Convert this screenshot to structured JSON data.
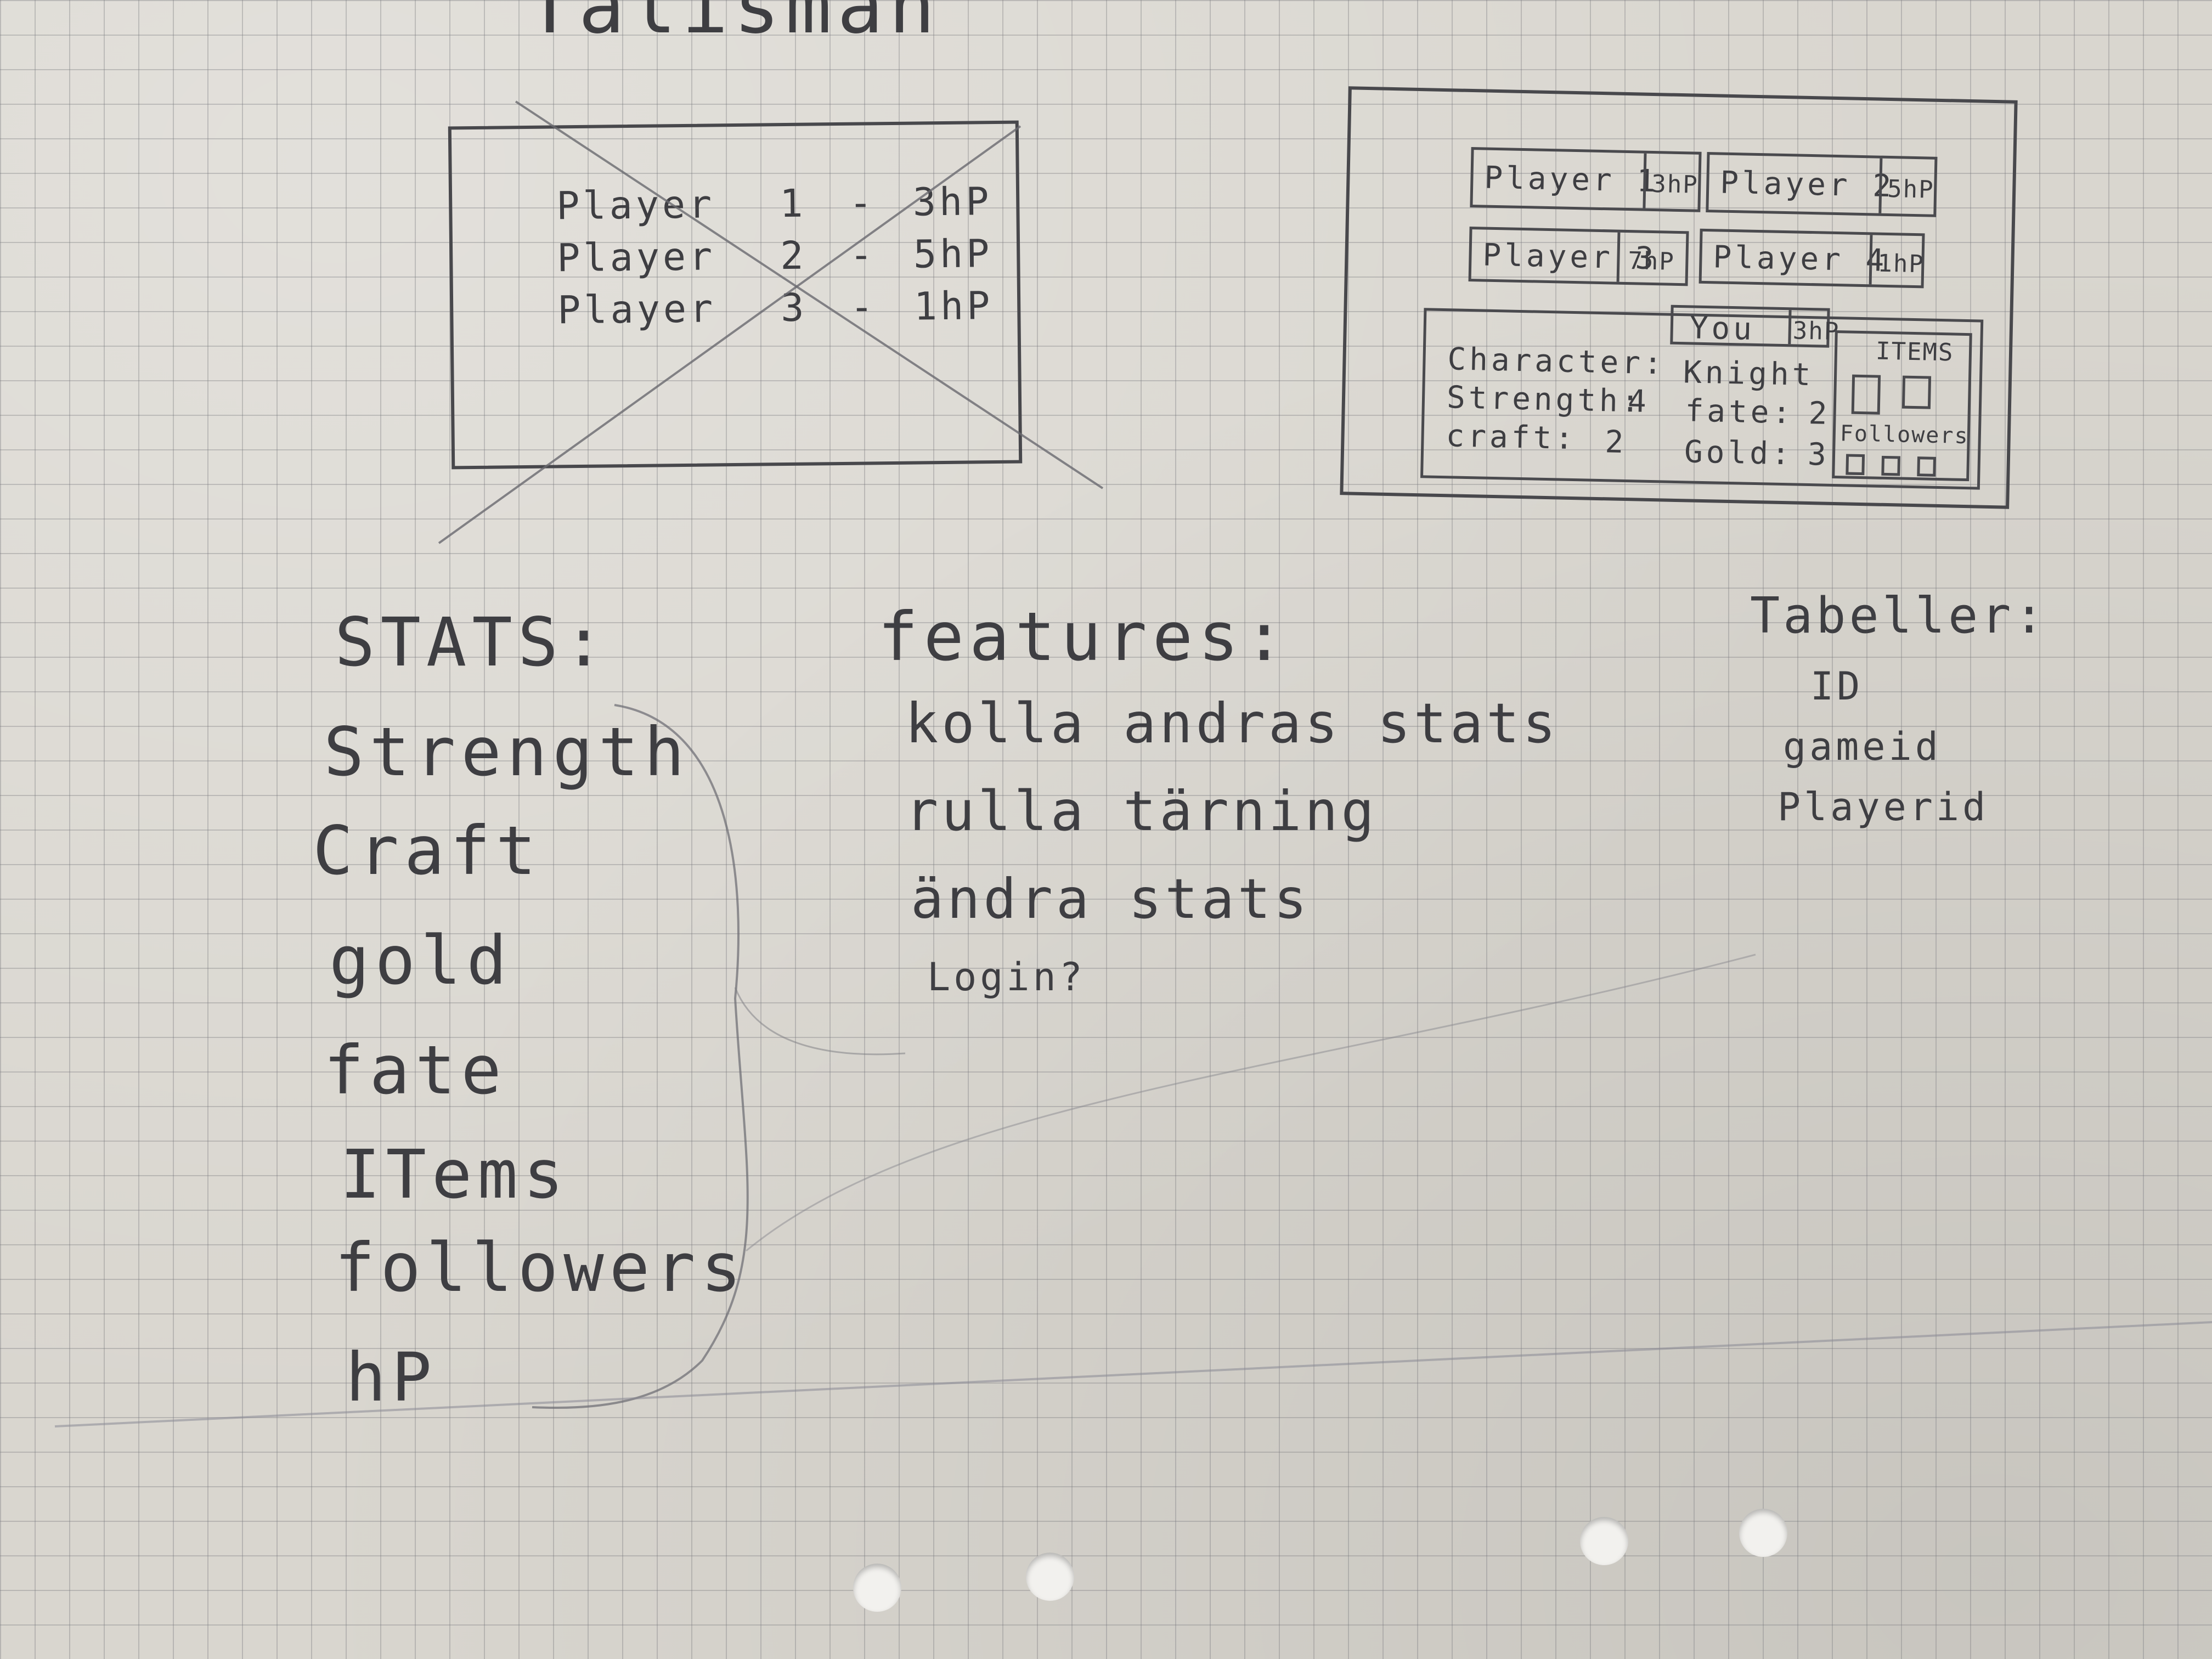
{
  "title": "Talisman",
  "sketch_left": {
    "rows": [
      {
        "name": "Player",
        "num": "1",
        "sep": "-",
        "hp": "3hP"
      },
      {
        "name": "Player",
        "num": "2",
        "sep": "-",
        "hp": "5hP"
      },
      {
        "name": "Player",
        "num": "3",
        "sep": "-",
        "hp": "1hP"
      }
    ]
  },
  "sketch_right": {
    "players": [
      {
        "label": "Player 1",
        "hp": "3hP"
      },
      {
        "label": "Player 2",
        "hp": "5hP"
      },
      {
        "label": "Player 3",
        "hp": "7hP"
      },
      {
        "label": "Player 4",
        "hp": "1hP"
      }
    ],
    "you": {
      "label": "You",
      "hp": "3hP"
    },
    "character": {
      "label": "Character:",
      "value": "Knight"
    },
    "strength": {
      "label": "Strength:",
      "value": "4"
    },
    "craft": {
      "label": "craft:",
      "value": "2"
    },
    "fate": {
      "label": "fate:",
      "value": "2"
    },
    "gold": {
      "label": "Gold:",
      "value": "3"
    },
    "items_label": "ITEMS",
    "followers_label": "Followers"
  },
  "stats": {
    "heading": "STATS:",
    "items": [
      "Strength",
      "Craft",
      "gold",
      "fate",
      "ITems",
      "followers",
      "hP"
    ]
  },
  "features": {
    "heading": "features:",
    "items": [
      "kolla andras stats",
      "rulla tärning",
      "ändra stats",
      "Login?"
    ]
  },
  "tables": {
    "heading": "Tabeller:",
    "items": [
      "ID",
      "gameid",
      "Playerid"
    ]
  },
  "colors": {
    "paper": "#d9d6cf",
    "grid": "#8a8a90",
    "pencil": "#3e3e42",
    "hole": "#f2f1ee"
  }
}
